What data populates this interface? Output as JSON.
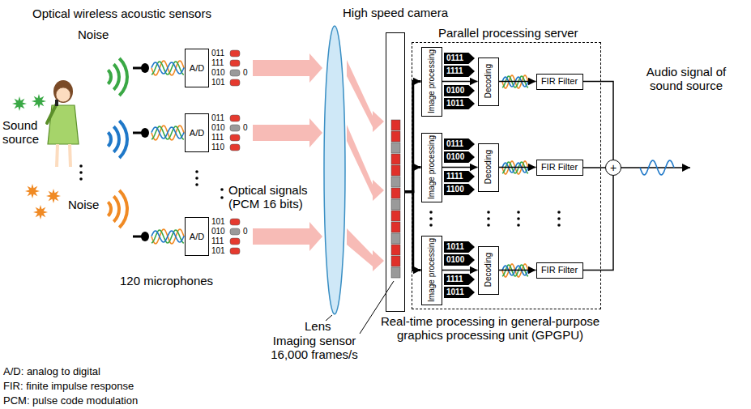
{
  "diagram": {
    "nodes": [
      {
        "text": [
          "A/D"
        ]
      },
      {
        "text": [
          "A/D"
        ]
      },
      {
        "text": [
          "A/D"
        ]
      },
      {
        "text": [
          "High speed camera"
        ]
      },
      {
        "text": [
          "Parallel processing server"
        ]
      },
      {
        "text": [
          "Image processing"
        ],
        "in": 4
      },
      {
        "text": [
          "Decoding"
        ],
        "in": 4
      },
      {
        "text": [
          "FIR Filter"
        ],
        "in": 4
      },
      {
        "text": [
          "Image processing"
        ],
        "in": 4
      },
      {
        "text": [
          "Decoding"
        ],
        "in": 4
      },
      {
        "text": [
          "FIR Filter"
        ],
        "in": 4
      },
      {
        "text": [
          "Image processing"
        ],
        "in": 4
      },
      {
        "text": [
          "Decoding"
        ],
        "in": 4
      },
      {
        "text": [
          "FIR Filter"
        ],
        "in": 4
      },
      {
        "text": [
          "+"
        ]
      }
    ],
    "edges": [
      {
        "from": 3,
        "to": 5,
        "arrow": "to"
      },
      {
        "from": 3,
        "to": 8,
        "arrow": "to"
      },
      {
        "from": 3,
        "to": 11,
        "arrow": "to"
      },
      {
        "from": 5,
        "to": 6,
        "arrow": "to"
      },
      {
        "from": 6,
        "to": 7,
        "arrow": "to"
      },
      {
        "from": 8,
        "to": 9,
        "arrow": "to"
      },
      {
        "from": 9,
        "to": 10,
        "arrow": "to"
      },
      {
        "from": 11,
        "to": 12,
        "arrow": "to"
      },
      {
        "from": 12,
        "to": 13,
        "arrow": "to"
      },
      {
        "from": 7,
        "to": 14,
        "arrow": "none"
      },
      {
        "from": 10,
        "to": 14,
        "arrow": "none"
      },
      {
        "from": 13,
        "to": 14,
        "arrow": "none"
      }
    ],
    "labels": [
      "Optical wireless acoustic sensors",
      "Noise",
      "Sound source",
      "Noise",
      "011",
      "111",
      "010",
      "0",
      "101",
      "011",
      "010",
      "0",
      "111",
      "110",
      "101",
      "010",
      "0",
      "111",
      "101",
      "Optical signals (PCM 16 bits)",
      "120 microphones",
      "Lens",
      "Imaging sensor 16,000 frames/s",
      "0111",
      "1111",
      "0100",
      "1011",
      "0111",
      "0100",
      "1111",
      "1100",
      "1011",
      "0100",
      "1111",
      "1011",
      "Real-time processing in general-purpose graphics processing unit (GPGPU)",
      "Audio signal of sound source",
      "A/D: analog to digital",
      "FIR: finite impulse response",
      "PCM: pulse code modulation"
    ]
  }
}
